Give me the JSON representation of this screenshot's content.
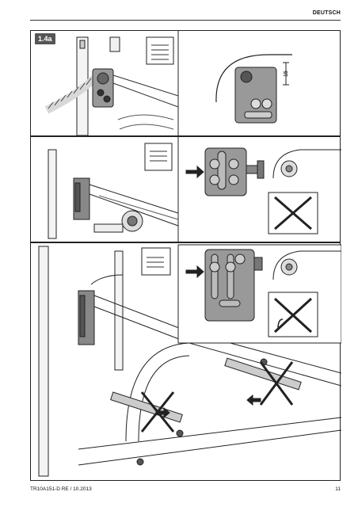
{
  "header": {
    "language": "DEUTSCH"
  },
  "step": {
    "label": "1.4a"
  },
  "panel1": {
    "dimension": "15"
  },
  "footer": {
    "doc_id": "TR10A151-D  RE / 10.2013",
    "page_number": "11"
  },
  "icons": [
    "spring-assembly-icon",
    "bracket-icon",
    "arrow-right-icon",
    "cross-out-icon",
    "hand-icon"
  ]
}
